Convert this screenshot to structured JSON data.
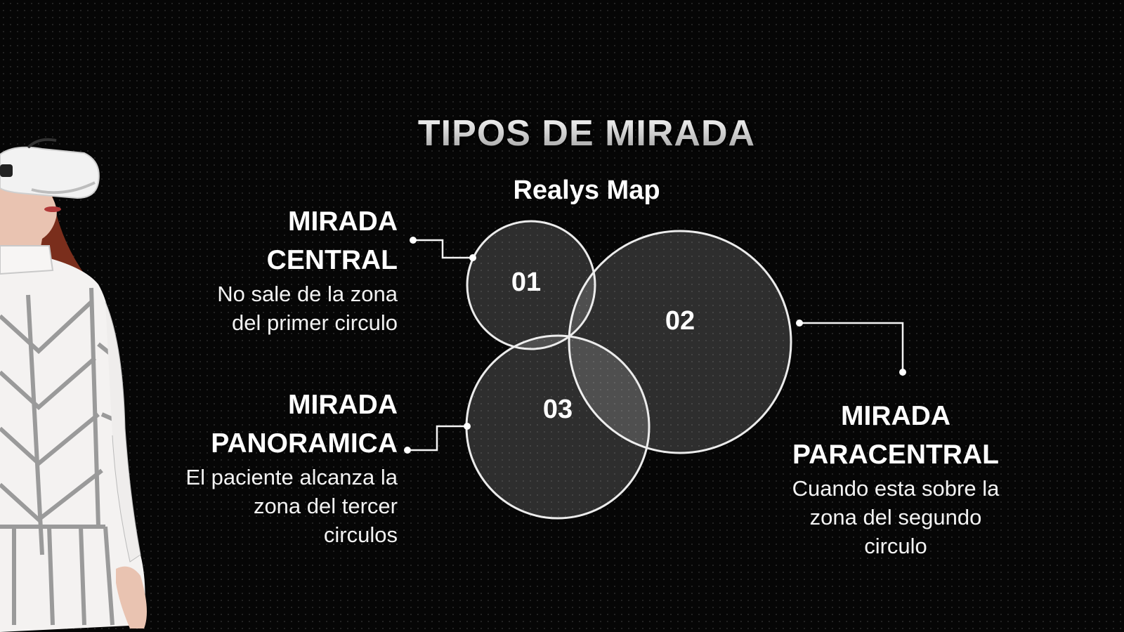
{
  "title": "TIPOS DE MIRADA",
  "subtitle": "Realys Map",
  "circles": [
    {
      "id": "01",
      "label": "01"
    },
    {
      "id": "02",
      "label": "02"
    },
    {
      "id": "03",
      "label": "03"
    }
  ],
  "central": {
    "heading_line1": "MIRADA",
    "heading_line2": "CENTRAL",
    "desc_line1": "No sale de la zona",
    "desc_line2": "del primer circulo"
  },
  "panoramica": {
    "heading_line1": "MIRADA",
    "heading_line2": "PANORAMICA",
    "desc_line1": "El paciente alcanza la",
    "desc_line2": "zona del tercer",
    "desc_line3": "circulos"
  },
  "paracentral": {
    "heading_line1": "MIRADA",
    "heading_line2": "PARACENTRAL",
    "desc_line1": "Cuando esta sobre la",
    "desc_line2": "zona del segundo",
    "desc_line3": "circulo"
  },
  "colors": {
    "background": "#060606",
    "text": "#ffffff",
    "circle_stroke": "#ececec"
  }
}
